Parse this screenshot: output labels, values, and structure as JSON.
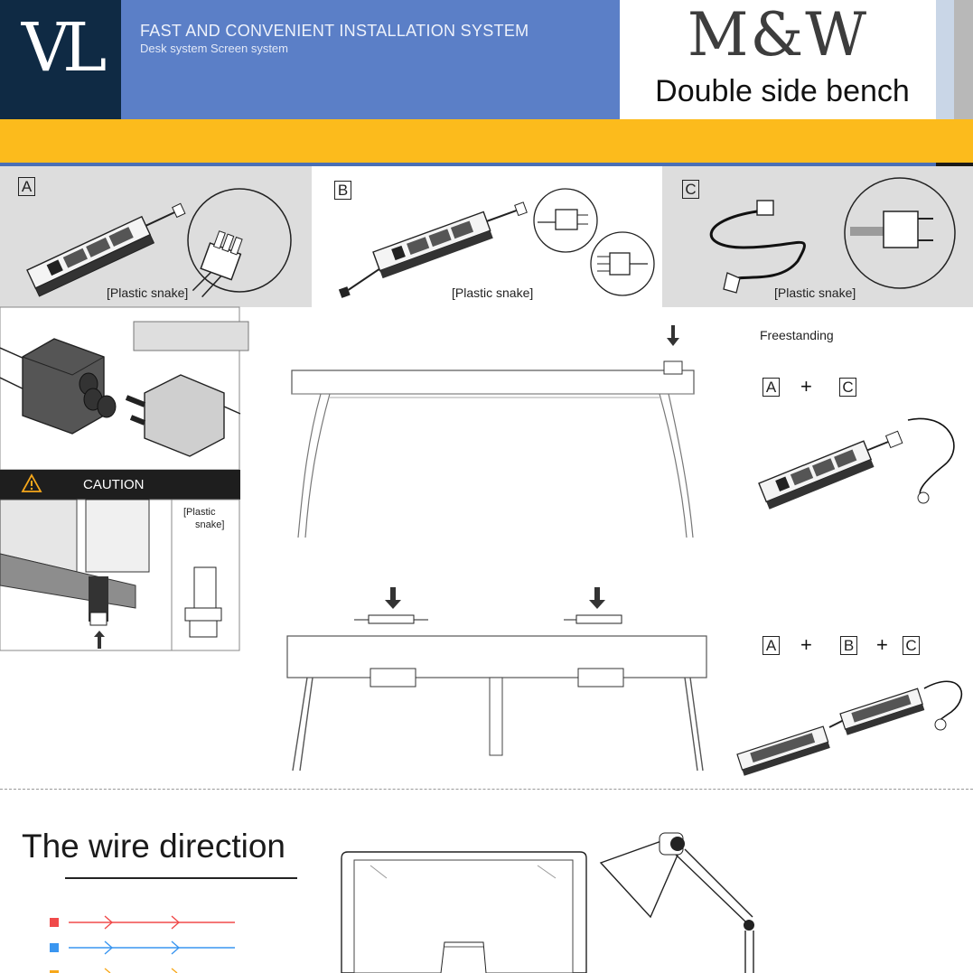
{
  "header": {
    "logo_text": "VL",
    "tagline": "FAST AND CONVENIENT INSTALLATION SYSTEM",
    "tagline_sub": "Desk system  Screen system",
    "brand": "M&W",
    "subtitle": "Double side bench"
  },
  "options": [
    {
      "letter": "A",
      "caption": "[Plastic snake]"
    },
    {
      "letter": "B",
      "caption": "[Plastic snake]"
    },
    {
      "letter": "C",
      "caption": "[Plastic snake]"
    }
  ],
  "caution": {
    "label": "CAUTION",
    "side_caption_1": "[Plastic",
    "side_caption_2": "snake]"
  },
  "configs": {
    "freestanding_label": "Freestanding",
    "combo1": [
      "A",
      "+",
      "C"
    ],
    "combo2": [
      "A",
      "+",
      "B",
      "+",
      "C"
    ]
  },
  "wire": {
    "title": "The wire direction"
  },
  "colors": {
    "navy": "#0f2a44",
    "blue": "#5b7fc7",
    "yellow": "#fcbb1c",
    "red": "#f04a4a",
    "lightblue": "#3a96f0",
    "orange": "#f7a81b"
  }
}
